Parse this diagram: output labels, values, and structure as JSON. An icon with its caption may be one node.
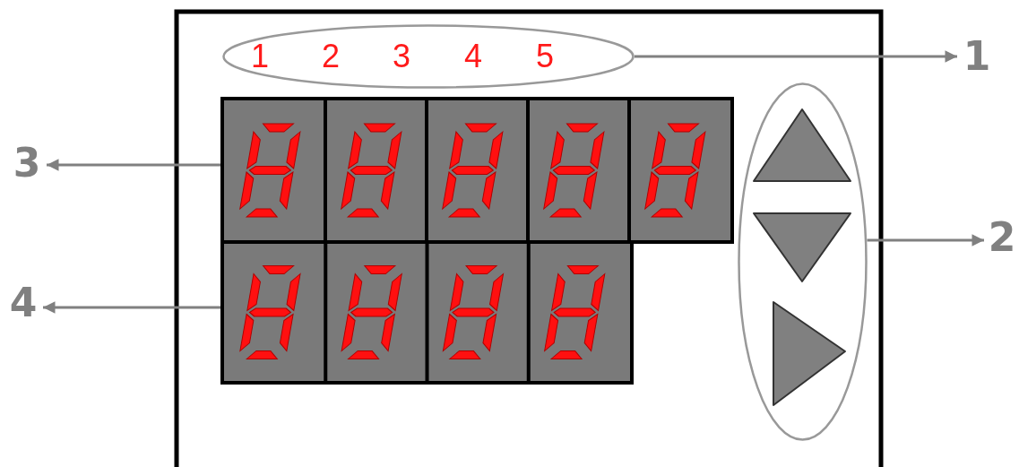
{
  "diagram": {
    "nodes": [
      {
        "text": [
          "1",
          "2",
          "3",
          "4",
          "5"
        ]
      },
      {
        "text": [
          "1"
        ]
      },
      {
        "text": [],
        "shape": "ellipse"
      },
      {
        "text": [
          "2"
        ]
      },
      {
        "text": [
          "3"
        ]
      },
      {
        "text": [],
        "shape": "box"
      },
      {
        "text": [
          "4"
        ]
      },
      {
        "text": [],
        "shape": "box"
      }
    ],
    "edges": [
      {
        "from": 0,
        "to": 1,
        "arrow": "to"
      },
      {
        "from": 2,
        "to": 3,
        "arrow": "to"
      },
      {
        "from": 5,
        "to": 4,
        "arrow": "to"
      },
      {
        "from": 7,
        "to": 6,
        "arrow": "to"
      }
    ]
  }
}
